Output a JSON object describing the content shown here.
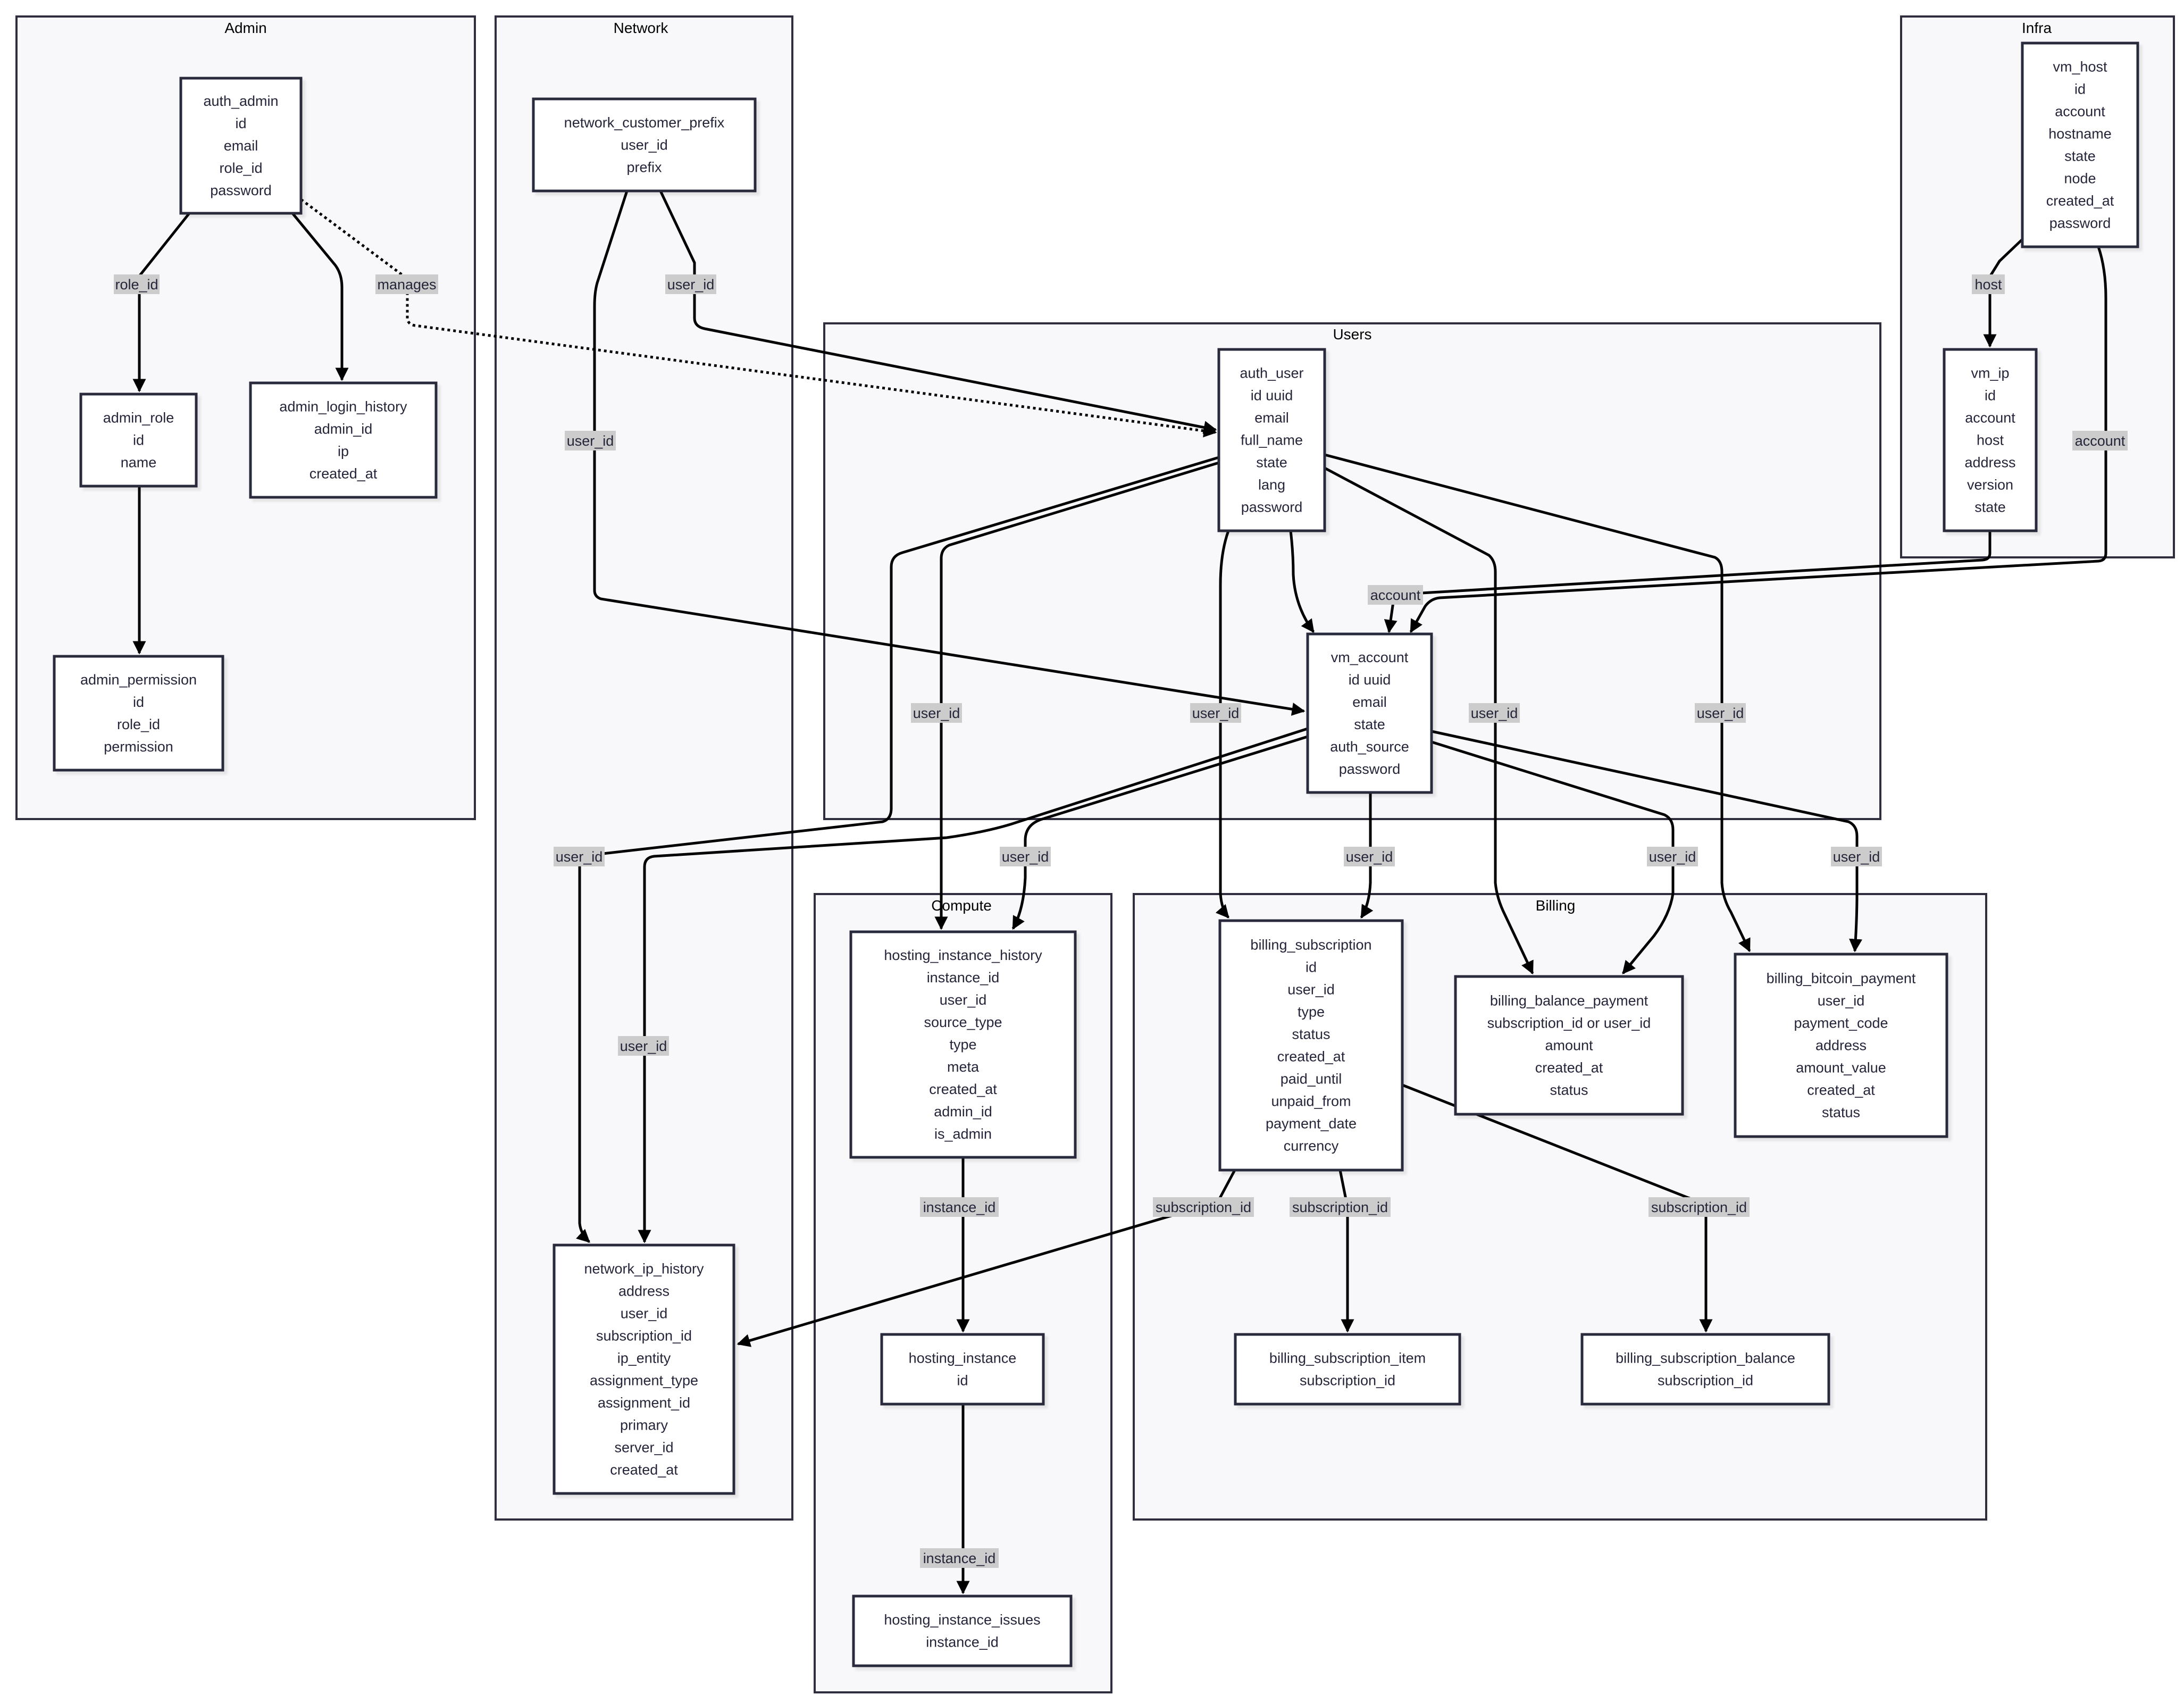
{
  "clusters": [
    {
      "id": "admin",
      "title": "Admin"
    },
    {
      "id": "network",
      "title": "Network"
    },
    {
      "id": "users",
      "title": "Users"
    },
    {
      "id": "infra",
      "title": "Infra"
    },
    {
      "id": "compute",
      "title": "Compute"
    },
    {
      "id": "billing",
      "title": "Billing"
    }
  ],
  "nodes": {
    "auth_admin": {
      "cluster": "admin",
      "lines": [
        "auth_admin",
        "id",
        "email",
        "role_id",
        "password"
      ]
    },
    "admin_role": {
      "cluster": "admin",
      "lines": [
        "admin_role",
        "id",
        "name"
      ]
    },
    "admin_login_history": {
      "cluster": "admin",
      "lines": [
        "admin_login_history",
        "admin_id",
        "ip",
        "created_at"
      ]
    },
    "admin_permission": {
      "cluster": "admin",
      "lines": [
        "admin_permission",
        "id",
        "role_id",
        "permission"
      ]
    },
    "network_customer_prefix": {
      "cluster": "network",
      "lines": [
        "network_customer_prefix",
        "user_id",
        "prefix"
      ]
    },
    "network_ip_history": {
      "cluster": "network",
      "lines": [
        "network_ip_history",
        "address",
        "user_id",
        "subscription_id",
        "ip_entity",
        "assignment_type",
        "assignment_id",
        "primary",
        "server_id",
        "created_at"
      ]
    },
    "auth_user": {
      "cluster": "users",
      "lines": [
        "auth_user",
        "id uuid",
        "email",
        "full_name",
        "state",
        "lang",
        "password"
      ]
    },
    "vm_account": {
      "cluster": "users",
      "lines": [
        "vm_account",
        "id uuid",
        "email",
        "state",
        "auth_source",
        "password"
      ]
    },
    "vm_host": {
      "cluster": "infra",
      "lines": [
        "vm_host",
        "id",
        "account",
        "hostname",
        "state",
        "node",
        "created_at",
        "password"
      ]
    },
    "vm_ip": {
      "cluster": "infra",
      "lines": [
        "vm_ip",
        "id",
        "account",
        "host",
        "address",
        "version",
        "state"
      ]
    },
    "hosting_instance_history": {
      "cluster": "compute",
      "lines": [
        "hosting_instance_history",
        "instance_id",
        "user_id",
        "source_type",
        "type",
        "meta",
        "created_at",
        "admin_id",
        "is_admin"
      ]
    },
    "hosting_instance": {
      "cluster": "compute",
      "lines": [
        "hosting_instance",
        "id"
      ]
    },
    "hosting_instance_issues": {
      "cluster": "compute",
      "lines": [
        "hosting_instance_issues",
        "instance_id"
      ]
    },
    "billing_subscription": {
      "cluster": "billing",
      "lines": [
        "billing_subscription",
        "id",
        "user_id",
        "type",
        "status",
        "created_at",
        "paid_until",
        "unpaid_from",
        "payment_date",
        "currency"
      ]
    },
    "billing_balance_payment": {
      "cluster": "billing",
      "lines": [
        "billing_balance_payment",
        "subscription_id or user_id",
        "amount",
        "created_at",
        "status"
      ]
    },
    "billing_bitcoin_payment": {
      "cluster": "billing",
      "lines": [
        "billing_bitcoin_payment",
        "user_id",
        "payment_code",
        "address",
        "amount_value",
        "created_at",
        "status"
      ]
    },
    "billing_subscription_item": {
      "cluster": "billing",
      "lines": [
        "billing_subscription_item",
        "subscription_id"
      ]
    },
    "billing_subscription_balance": {
      "cluster": "billing",
      "lines": [
        "billing_subscription_balance",
        "subscription_id"
      ]
    }
  },
  "edges": [
    {
      "from": "auth_admin",
      "to": "admin_role",
      "label": "role_id",
      "style": "solid"
    },
    {
      "from": "auth_admin",
      "to": "admin_login_history",
      "label": "",
      "style": "solid"
    },
    {
      "from": "admin_role",
      "to": "admin_permission",
      "label": "",
      "style": "solid"
    },
    {
      "from": "auth_admin",
      "to": "auth_user",
      "label": "manages",
      "style": "dotted"
    },
    {
      "from": "network_customer_prefix",
      "to": "auth_user",
      "label": "user_id",
      "style": "solid"
    },
    {
      "from": "network_customer_prefix",
      "to": "vm_account",
      "label": "user_id",
      "style": "solid"
    },
    {
      "from": "auth_user",
      "to": "vm_account",
      "label": "",
      "style": "solid"
    },
    {
      "from": "vm_ip",
      "to": "vm_account",
      "label": "account",
      "style": "solid"
    },
    {
      "from": "vm_host",
      "to": "vm_ip",
      "label": "host",
      "style": "solid"
    },
    {
      "from": "vm_host",
      "to": "vm_account",
      "label": "account",
      "style": "solid"
    },
    {
      "from": "auth_user",
      "to": "hosting_instance_history",
      "label": "user_id",
      "style": "solid"
    },
    {
      "from": "auth_user",
      "to": "billing_subscription",
      "label": "user_id",
      "style": "solid"
    },
    {
      "from": "auth_user",
      "to": "billing_balance_payment",
      "label": "user_id",
      "style": "solid"
    },
    {
      "from": "auth_user",
      "to": "billing_bitcoin_payment",
      "label": "user_id",
      "style": "solid"
    },
    {
      "from": "auth_user",
      "to": "network_ip_history",
      "label": "user_id",
      "style": "solid"
    },
    {
      "from": "vm_account",
      "to": "network_ip_history",
      "label": "user_id",
      "style": "solid"
    },
    {
      "from": "vm_account",
      "to": "hosting_instance_history",
      "label": "user_id",
      "style": "solid"
    },
    {
      "from": "vm_account",
      "to": "billing_subscription",
      "label": "user_id",
      "style": "solid"
    },
    {
      "from": "vm_account",
      "to": "billing_balance_payment",
      "label": "user_id",
      "style": "solid"
    },
    {
      "from": "vm_account",
      "to": "billing_bitcoin_payment",
      "label": "user_id",
      "style": "solid"
    },
    {
      "from": "hosting_instance_history",
      "to": "hosting_instance",
      "label": "instance_id",
      "style": "solid"
    },
    {
      "from": "hosting_instance",
      "to": "hosting_instance_issues",
      "label": "instance_id",
      "style": "solid"
    },
    {
      "from": "billing_subscription",
      "to": "network_ip_history",
      "label": "subscription_id",
      "style": "solid"
    },
    {
      "from": "billing_subscription",
      "to": "billing_subscription_item",
      "label": "subscription_id",
      "style": "solid"
    },
    {
      "from": "billing_subscription",
      "to": "billing_subscription_balance",
      "label": "subscription_id",
      "style": "solid"
    }
  ]
}
